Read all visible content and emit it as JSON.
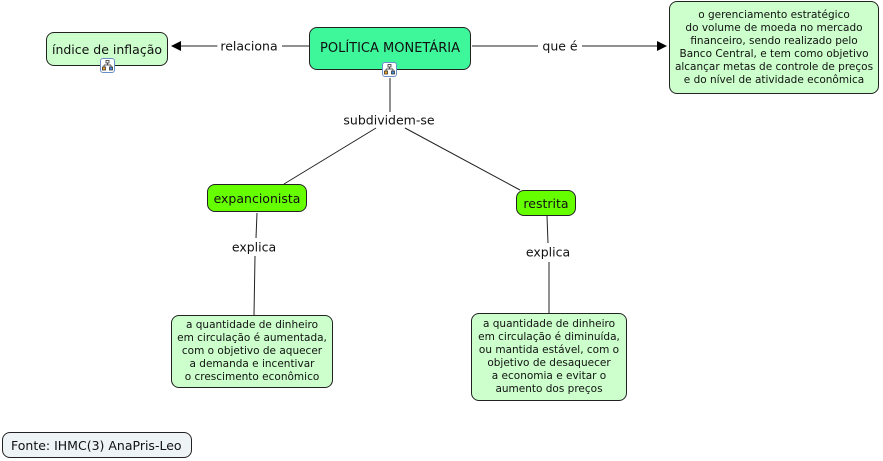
{
  "concepts": {
    "main": "POLÍTICA MONETÁRIA",
    "inflation_index": "índice de inflação",
    "definition": "o gerenciamento estratégico\ndo volume de moeda no mercado\nfinanceiro, sendo realizado pelo\nBanco Central, e tem como objetivo\nalcançar metas de controle de preços\ne do nível de atividade econômica",
    "expansionist": "expancionista",
    "restricted": "restrita",
    "expansionist_desc": "a quantidade de dinheiro\nem circulação é aumentada,\ncom o objetivo de aquecer\na demanda e incentivar\no crescimento econômico",
    "restricted_desc": "a quantidade de dinheiro\nem circulação é diminuída,\nou mantida estável, com o\nobjetivo de desaquecer\na economia e evitar o\naumento dos preços"
  },
  "links": {
    "relates": "relaciona",
    "what_is": "que é",
    "subdivide": "subdividem-se",
    "explains_left": "explica",
    "explains_right": "explica"
  },
  "source": "Fonte: IHMC(3) AnaPris-Leo",
  "icons": {
    "resource": "concept-map-resource-icon"
  },
  "colors": {
    "main_node": "#3ef79b",
    "light_node": "#ccffcc",
    "green_node": "#66ff00",
    "source_box": "#eef3f6"
  }
}
